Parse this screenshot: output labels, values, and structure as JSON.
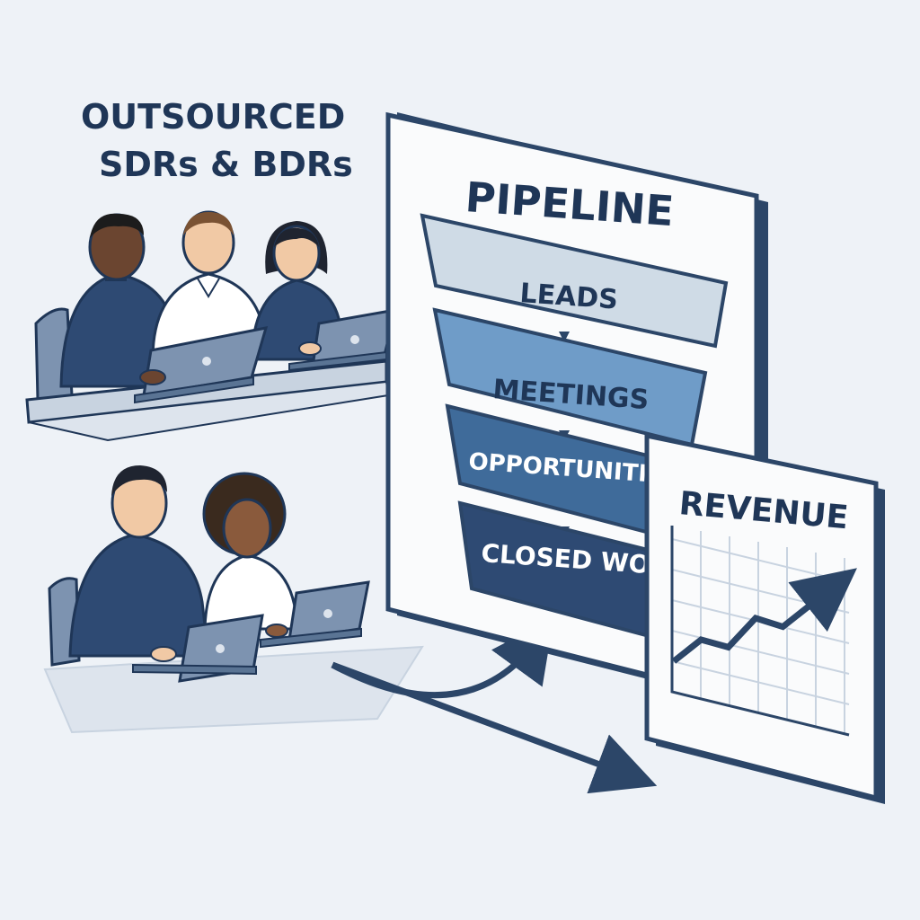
{
  "team": {
    "title_line1": "OUTSOURCED",
    "title_line2": "SDRs & BDRs"
  },
  "pipeline": {
    "title": "PIPELINE",
    "stages": [
      "LEADS",
      "MEETINGS",
      "OPPORTUNITIE",
      "CLOSED WON"
    ]
  },
  "revenue": {
    "title": "REVENUE",
    "trend": [
      0.2,
      0.4,
      0.33,
      0.6,
      0.52,
      0.72,
      0.92
    ]
  },
  "colors": {
    "background": "#eef2f7",
    "navy": "#2c4668",
    "dark_text": "#1f3657",
    "stage_colors": [
      "#cfdbe6",
      "#6f9cc8",
      "#3f6b9a",
      "#2e4a73"
    ],
    "stage_text_colors": [
      "#1f3657",
      "#1f3657",
      "#ffffff",
      "#ffffff"
    ]
  }
}
